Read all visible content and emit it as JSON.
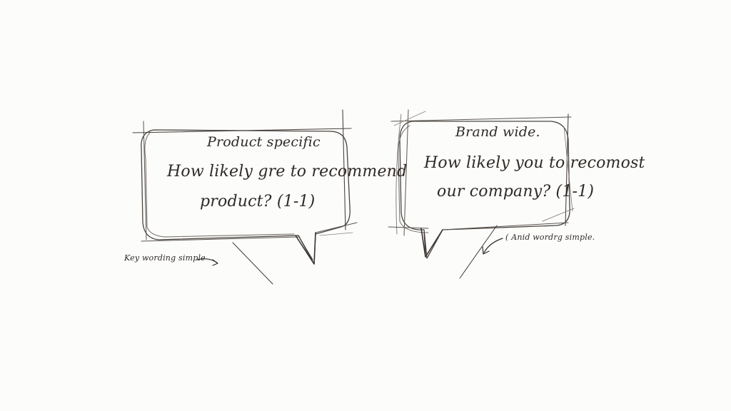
{
  "colors": {
    "background": "#fcfcfb",
    "ink": "#2e2a26",
    "pencil": "#7a7570"
  },
  "left_bubble": {
    "title": "Product specific",
    "line1": "How likely gre to recommend",
    "line2": "product? (1-1)"
  },
  "right_bubble": {
    "title": "Brand wide.",
    "line1": "How likely you to recomost",
    "line2": "our company? (1-1)"
  },
  "left_note": "Key wording simple",
  "right_note": "( Anid wordrg simple."
}
